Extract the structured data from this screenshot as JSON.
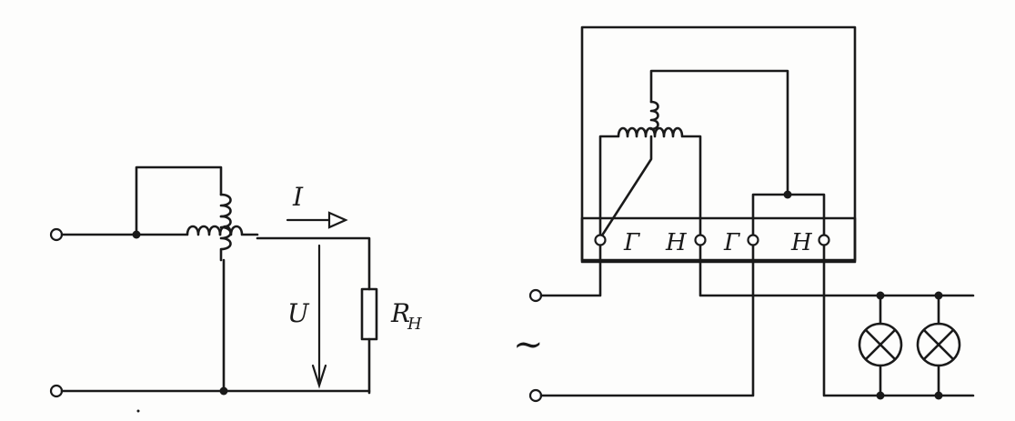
{
  "left_circuit": {
    "current_label": "I",
    "voltage_label": "U",
    "load_label": "R",
    "load_subscript": "H"
  },
  "right_circuit": {
    "terminal_labels": [
      "Г",
      "Н",
      "Г",
      "Н"
    ],
    "ac_symbol": "~"
  }
}
